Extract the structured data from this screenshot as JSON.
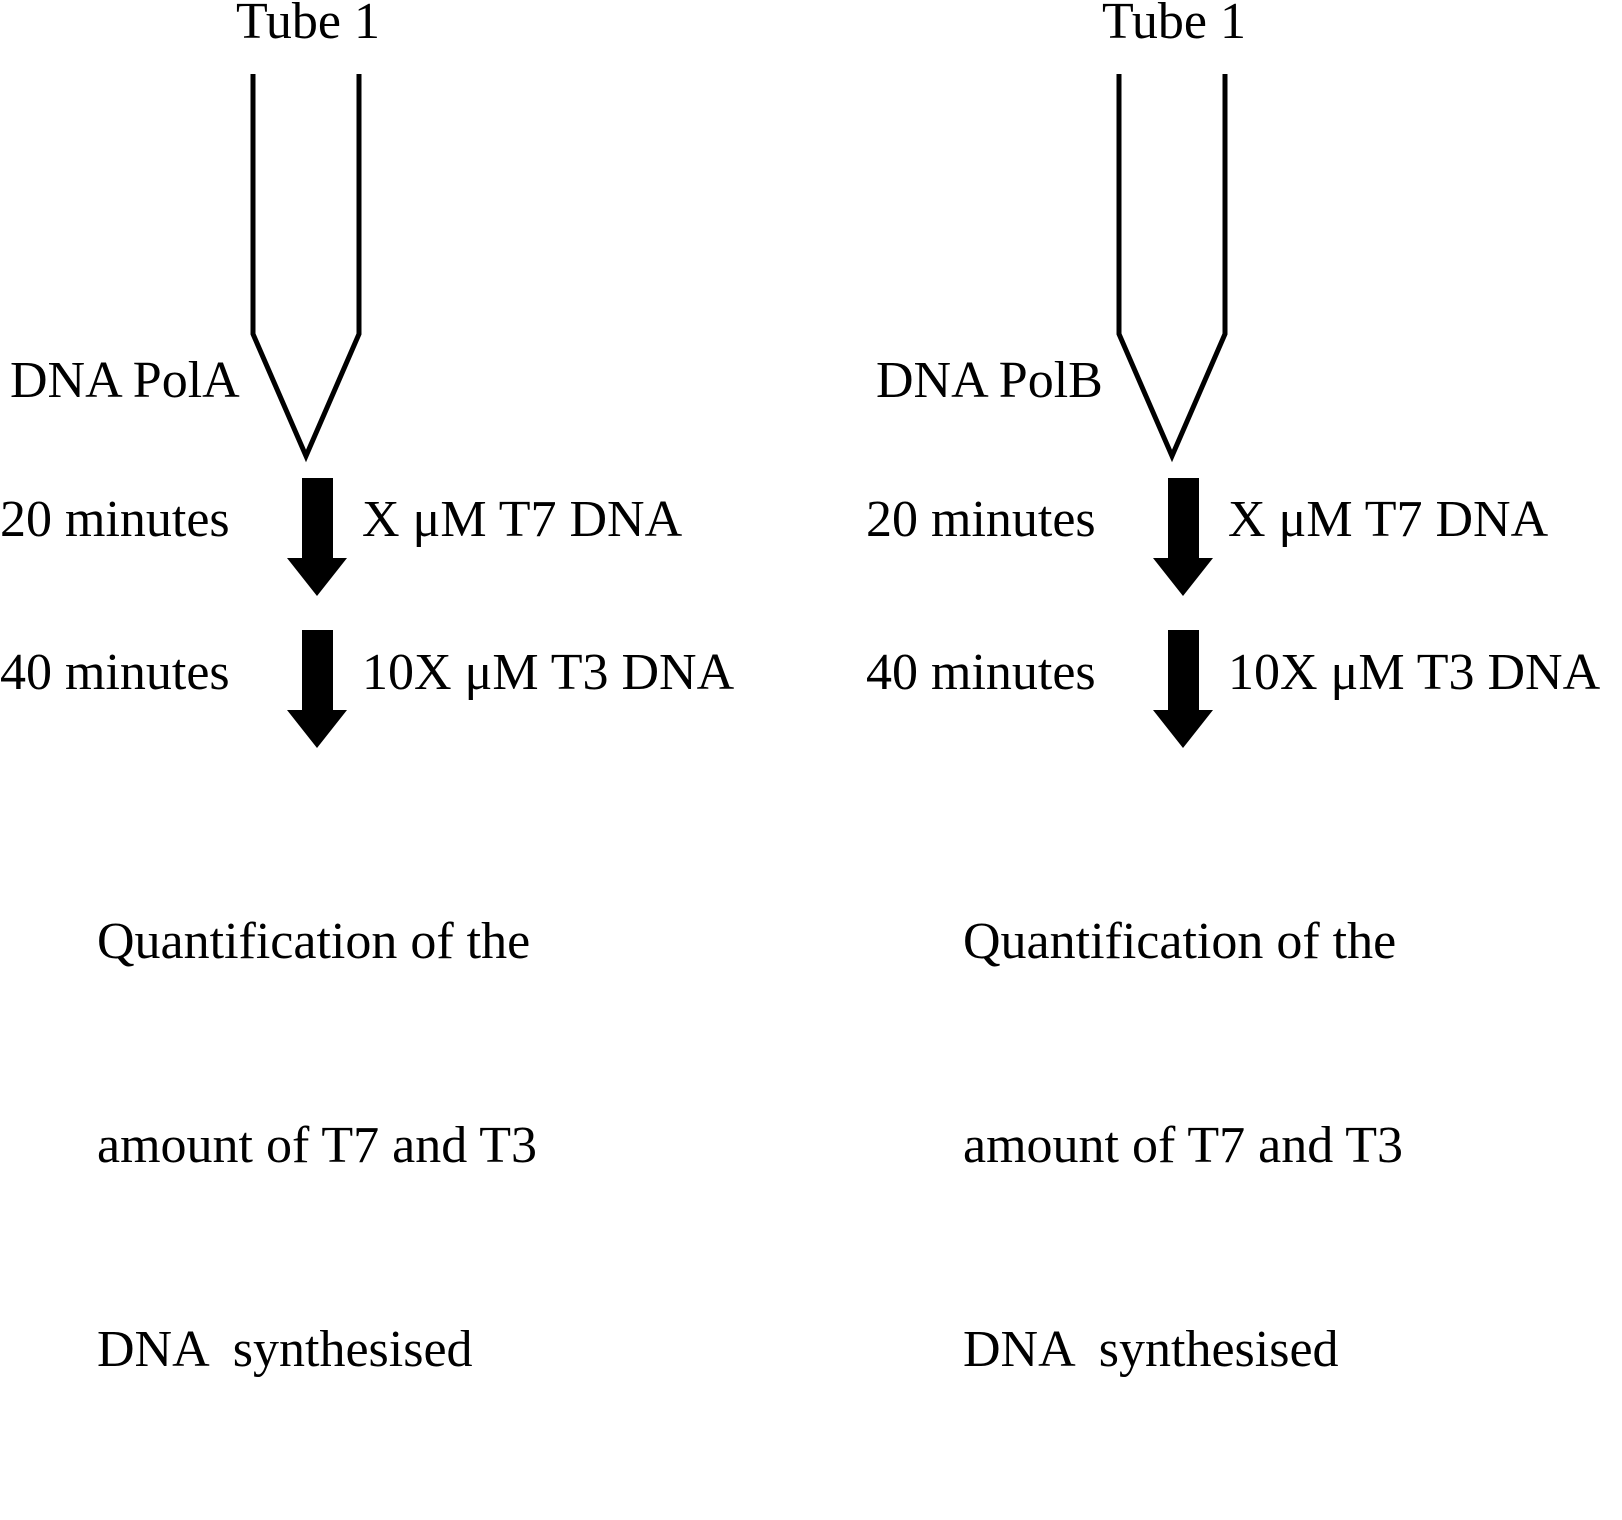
{
  "panels": [
    {
      "tube_label": "Tube 1",
      "enzyme": "DNA PolA",
      "step1": {
        "time": "20 minutes",
        "addition": "X μM T7 DNA"
      },
      "step2": {
        "time": "40 minutes",
        "addition": "10X μM T3 DNA"
      },
      "result_lines": [
        "Quantification of the",
        "amount of T7 and T3",
        "DNA  synthesised"
      ]
    },
    {
      "tube_label": "Tube 1",
      "enzyme": "DNA PolB",
      "step1": {
        "time": "20 minutes",
        "addition": "X μM T7 DNA"
      },
      "step2": {
        "time": "40 minutes",
        "addition": "10X μM T3 DNA"
      },
      "result_lines": [
        "Quantification of the",
        "amount of T7 and T3",
        "DNA  synthesised"
      ]
    }
  ],
  "colors": {
    "ink": "#000000",
    "background": "#ffffff"
  }
}
